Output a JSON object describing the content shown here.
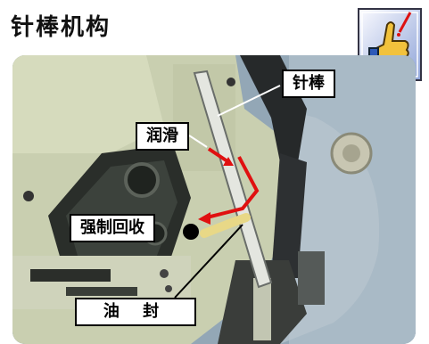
{
  "title": "针棒机构",
  "labels": {
    "needle_bar": "针棒",
    "lubrication": "润滑",
    "forced_return": "强制回收",
    "oil_seal": "油 封"
  },
  "icons": {
    "badge": "thumbs-up-icon"
  },
  "colors": {
    "arrow": "#e01010",
    "machine": "#c9cfb0",
    "background": "#8c9fb0"
  }
}
